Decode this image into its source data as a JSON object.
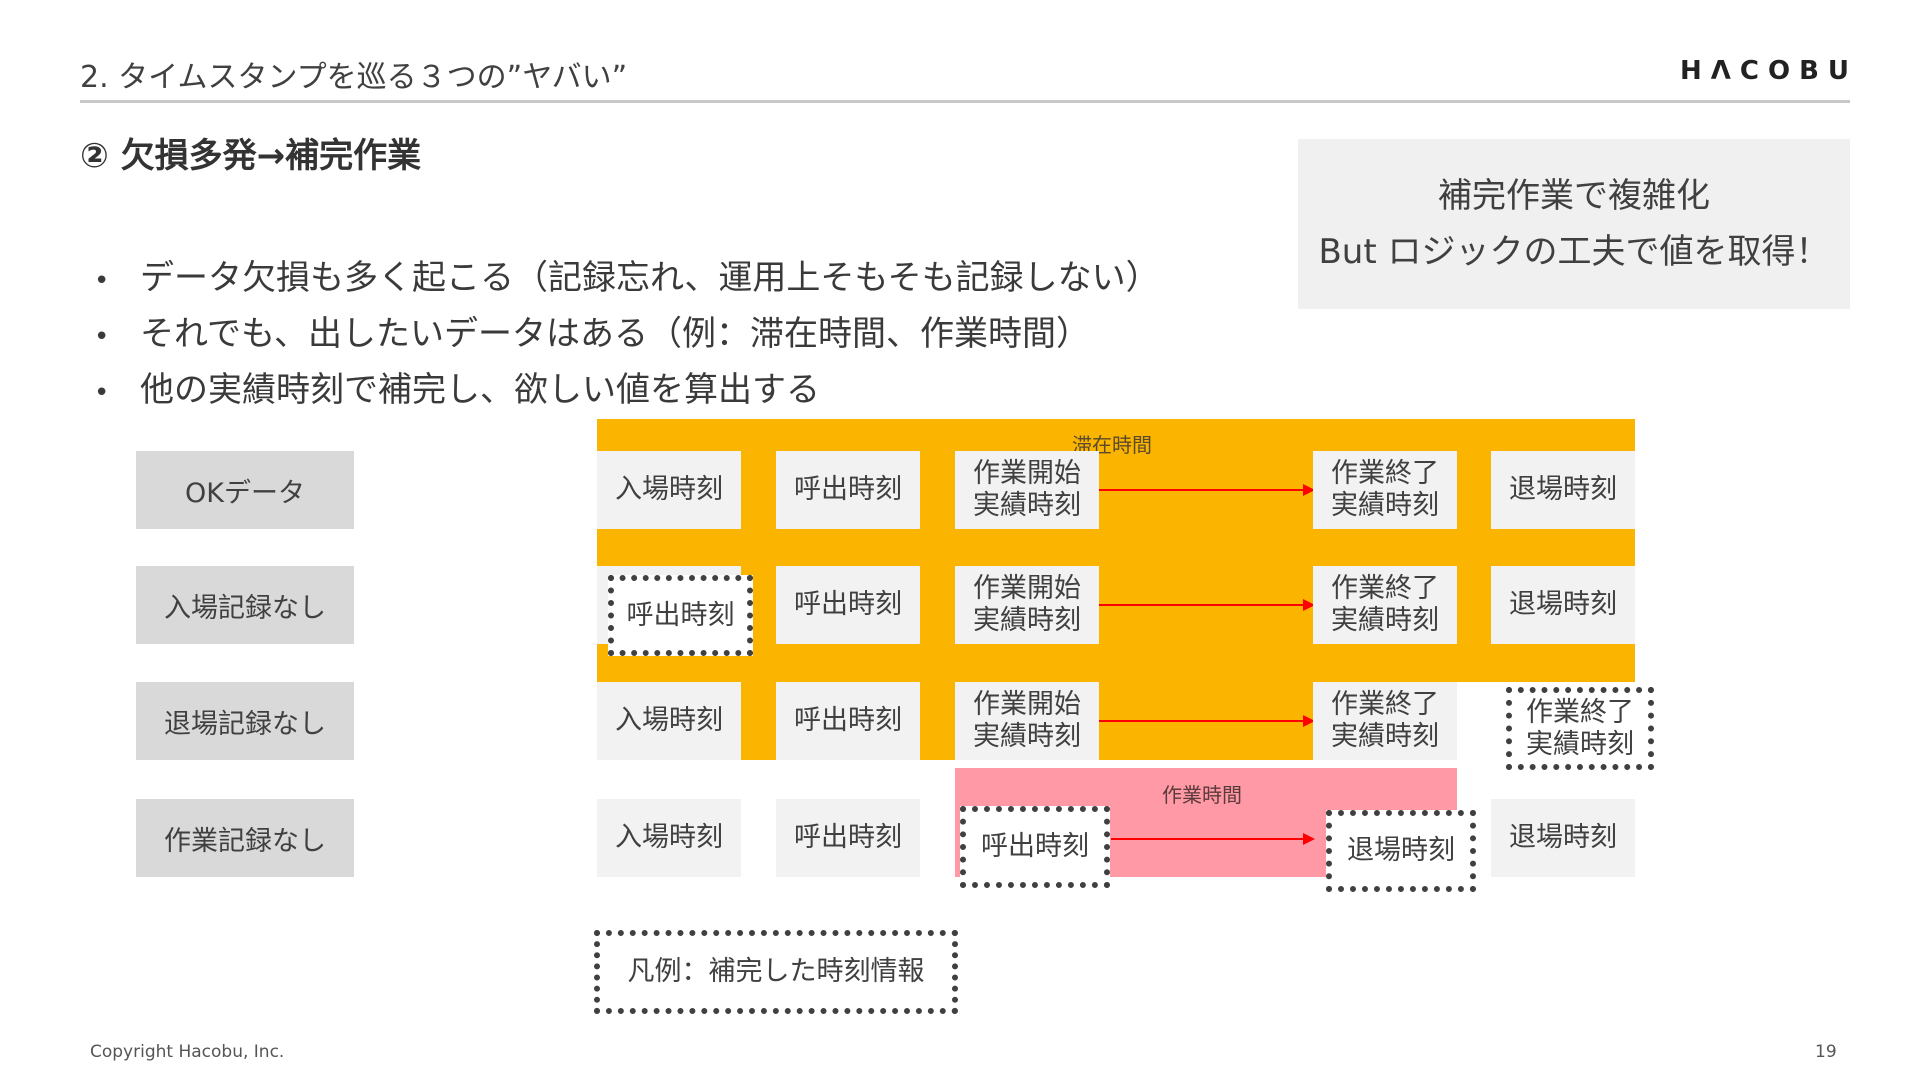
{
  "header": {
    "title": "2. タイムスタンプを巡る３つの”ヤバい”",
    "logo": "HΛCOBU"
  },
  "section_title": "② 欠損多発→補完作業",
  "callout": {
    "line1": "補完作業で複雑化",
    "line2": "But ロジックの工夫で値を取得！"
  },
  "bullets": [
    "データ欠損も多く起こる（記録忘れ、運用上そもそも記録しない）",
    "それでも、出したいデータはある（例：滞在時間、作業時間）",
    "他の実績時刻で補完し、欲しい値を算出する"
  ],
  "bullet_glyph": "•",
  "diagram": {
    "stay_time_label": "滞在時間",
    "work_time_label": "作業時間",
    "rows": [
      {
        "label": "OKデータ",
        "cells": [
          "入場時刻",
          "呼出時刻",
          "作業開始\n実績時刻",
          "作業終了\n実績時刻",
          "退場時刻"
        ]
      },
      {
        "label": "入場記録なし",
        "cells": [
          "呼出時刻",
          "呼出時刻",
          "作業開始\n実績時刻",
          "作業終了\n実績時刻",
          "退場時刻"
        ]
      },
      {
        "label": "退場記録なし",
        "cells": [
          "入場時刻",
          "呼出時刻",
          "作業開始\n実績時刻",
          "作業終了\n実績時刻",
          "作業終了\n実績時刻"
        ]
      },
      {
        "label": "作業記録なし",
        "cells": [
          "入場時刻",
          "呼出時刻",
          "呼出時刻",
          "退場時刻",
          "退場時刻"
        ]
      }
    ],
    "legend": "凡例：補完した時刻情報"
  },
  "colors": {
    "stay_band": "#fbb400",
    "work_band": "#ff99a6",
    "arrow": "#ff0000",
    "label_bg": "#d9d9d9",
    "box_bg": "#f2f2f2"
  },
  "footer": {
    "copyright": "Copyright Hacobu, Inc.",
    "page_number": "19"
  }
}
